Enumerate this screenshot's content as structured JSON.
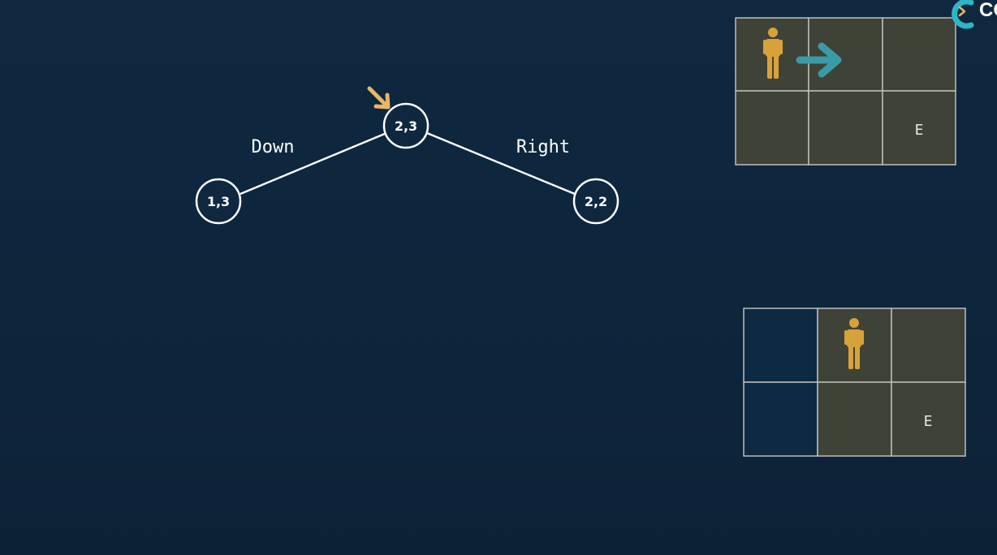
{
  "colors": {
    "background": "#0f2840",
    "node_stroke": "#ffffff",
    "edge": "#ffffff",
    "pointer_arrow": "#e8b664",
    "grid_cell": "#3f4337",
    "grid_cell_empty": "#0e2a43",
    "grid_line": "#bdbdbd",
    "person": "#d8a23a",
    "move_arrow": "#3a9aa6",
    "logo": "#2eb6c6"
  },
  "tree": {
    "nodes": {
      "root": "2,3",
      "left": "1,3",
      "right": "2,2"
    },
    "edges": {
      "left_label": "Down",
      "right_label": "Right"
    },
    "pointer_icon": "arrow-down-right-icon"
  },
  "grid_top": {
    "rows": 2,
    "cols": 3,
    "person_cell": [
      0,
      0
    ],
    "end_cell": [
      1,
      2
    ],
    "end_label": "E",
    "move_direction": "right",
    "empty_cells": []
  },
  "grid_bottom": {
    "rows": 2,
    "cols": 3,
    "person_cell": [
      0,
      1
    ],
    "end_cell": [
      1,
      2
    ],
    "end_label": "E",
    "empty_cells": [
      [
        0,
        0
      ],
      [
        1,
        0
      ]
    ]
  },
  "logo": {
    "text": "CO",
    "icon": "chevron-logo-icon"
  }
}
